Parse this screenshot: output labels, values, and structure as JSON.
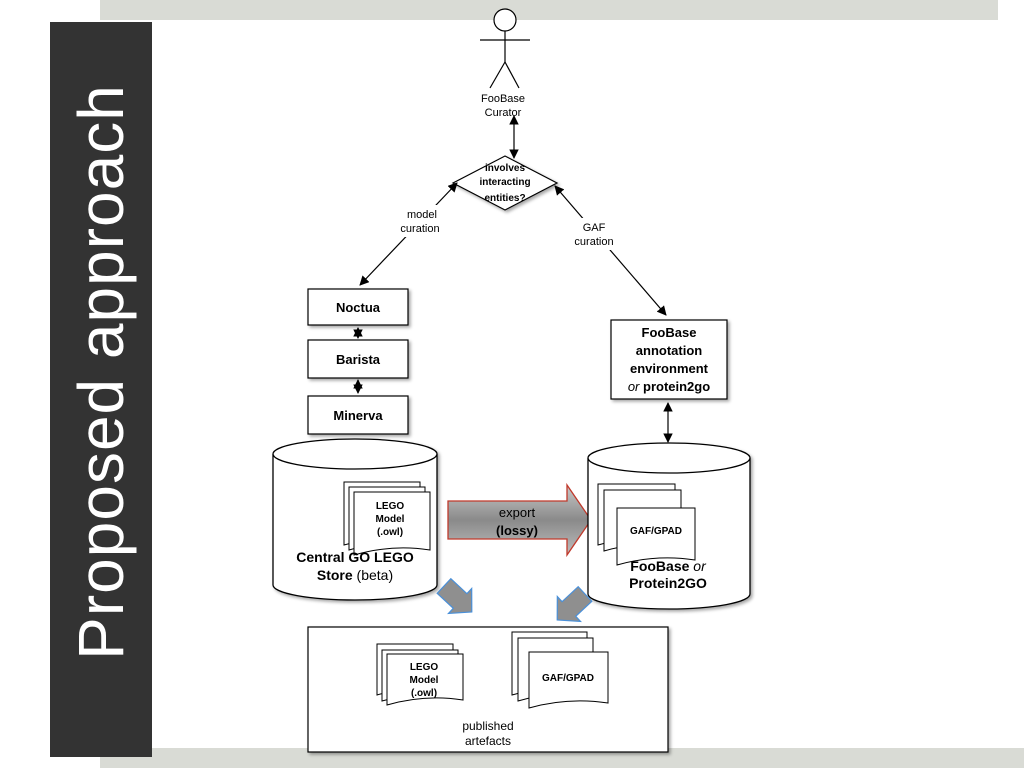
{
  "slide": {
    "title": "Proposed approach"
  },
  "diagram": {
    "actor": {
      "line1": "FooBase",
      "line2": "Curator"
    },
    "decision": {
      "line1": "involves",
      "line2": "interacting",
      "line3": "entities?"
    },
    "edges": {
      "model_curation": {
        "line1": "model",
        "line2": "curation"
      },
      "gaf_curation": {
        "line1": "GAF",
        "line2": "curation"
      },
      "export": {
        "line1": "export",
        "line2": "(lossy)"
      }
    },
    "left_stack": {
      "noctua": "Noctua",
      "barista": "Barista",
      "minerva": "Minerva"
    },
    "right_box": {
      "line1": "FooBase",
      "line2": "annotation",
      "line3": "environment",
      "line4_italic": "or",
      "line4_bold": "protein2go"
    },
    "left_store": {
      "doc_line1": "LEGO",
      "doc_line2": "Model",
      "doc_line3": "(.owl)",
      "label_line1": "Central GO LEGO",
      "label_line2_bold": "Store",
      "label_line2_normal": "(beta)"
    },
    "right_store": {
      "doc": "GAF/GPAD",
      "label_line1_bold": "FooBase",
      "label_line1_italic": "or",
      "label_line2": "Protein2GO"
    },
    "published": {
      "lego_line1": "LEGO",
      "lego_line2": "Model",
      "lego_line3": "(.owl)",
      "gaf": "GAF/GPAD",
      "label_line1": "published",
      "label_line2": "artefacts"
    }
  }
}
